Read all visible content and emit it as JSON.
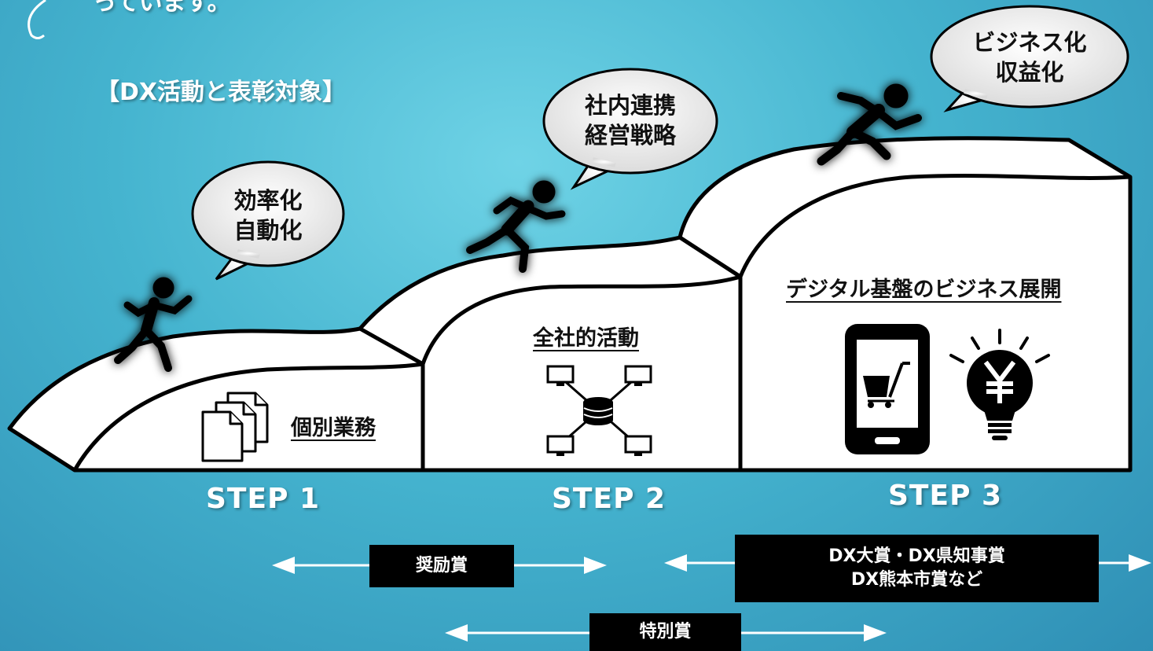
{
  "header": {
    "fragment_text": "っています。",
    "section_title": "【DX活動と表彰対象】"
  },
  "bubbles": {
    "step1": "効率化\n自動化",
    "step2": "社内連携\n経営戦略",
    "step3": "ビジネス化\n収益化"
  },
  "steps": [
    {
      "title": "個別業務",
      "label": "STEP 1",
      "icon": "documents-icon"
    },
    {
      "title": "全社的活動",
      "label": "STEP 2",
      "icon": "network-database-icon"
    },
    {
      "title": "デジタル基盤のビジネス展開",
      "label": "STEP 3",
      "icon": "smartphone-cart-and-yen-lightbulb-icon"
    }
  ],
  "awards": {
    "encouragement": "奨励賞",
    "grand": "DX大賞・DX県知事賞\nDX熊本市賞など",
    "special": "特別賞"
  },
  "colors": {
    "background": "#45b4cf",
    "box": "#000000",
    "text_on_box": "#ffffff",
    "arrow": "#ffffff"
  }
}
